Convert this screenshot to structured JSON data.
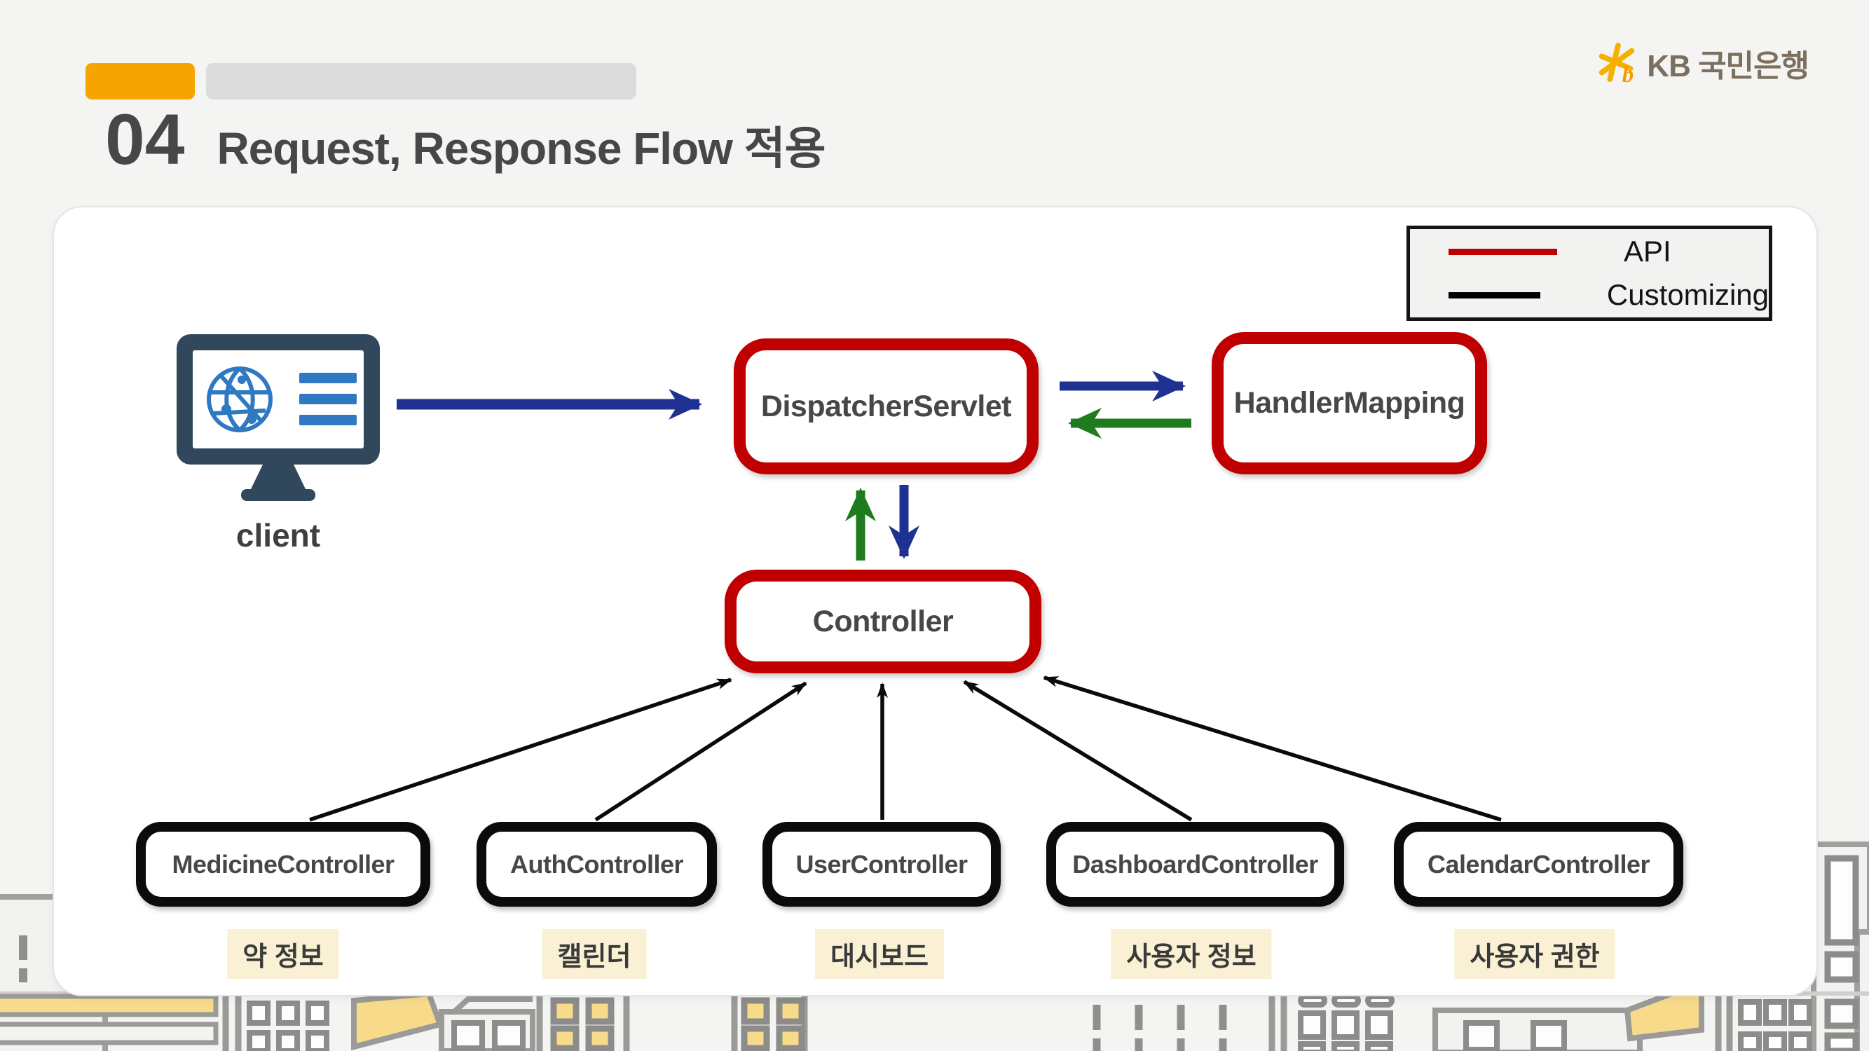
{
  "header": {
    "number": "04",
    "title": "Request, Response Flow 적용"
  },
  "logo": {
    "brand": "KB 국민은행"
  },
  "legend": {
    "items": [
      {
        "label": "API",
        "color": "#C00000"
      },
      {
        "label": "Customizing",
        "color": "#000000"
      }
    ]
  },
  "diagram": {
    "client": {
      "label": "client"
    },
    "nodes": {
      "dispatcher": "DispatcherServlet",
      "handler_mapping": "HandlerMapping",
      "controller": "Controller"
    },
    "controllers": [
      {
        "name": "MedicineController",
        "tag": "약 정보"
      },
      {
        "name": "AuthController",
        "tag": "캘린더"
      },
      {
        "name": "UserController",
        "tag": "대시보드"
      },
      {
        "name": "DashboardController",
        "tag": "사용자 정보"
      },
      {
        "name": "CalendarController",
        "tag": "사용자 권한"
      }
    ]
  },
  "colors": {
    "request_blue": "#1F3191",
    "response_green": "#1E7B1E",
    "api_red": "#C00000",
    "customizing_black": "#000000",
    "accent_orange": "#F6A500",
    "tag_cream": "#FAF1D4",
    "monitor_navy": "#31475B",
    "monitor_blue": "#2E79C2"
  }
}
